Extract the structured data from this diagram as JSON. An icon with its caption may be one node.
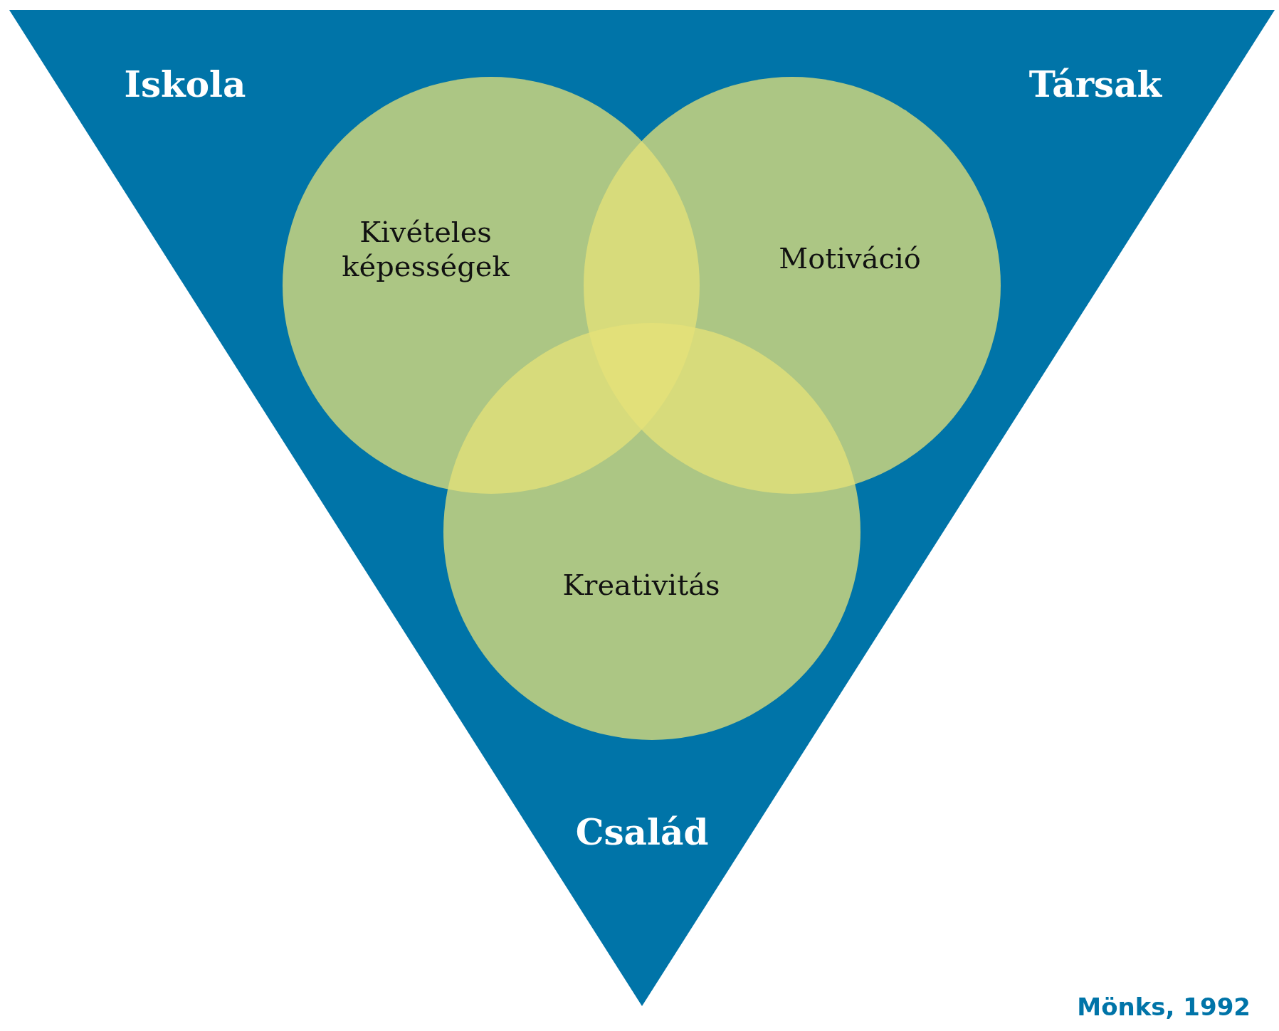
{
  "diagram": {
    "nodes": [
      {
        "text": [
          "Iskola",
          "Társak",
          "Család"
        ]
      },
      {
        "text": [
          "Kivételes képességek"
        ],
        "in": 0
      },
      {
        "text": [
          "Motiváció"
        ],
        "in": 0
      },
      {
        "text": [
          "Kreativitás"
        ],
        "in": 0
      }
    ],
    "labels": [
      "Mönks, 1992"
    ]
  }
}
